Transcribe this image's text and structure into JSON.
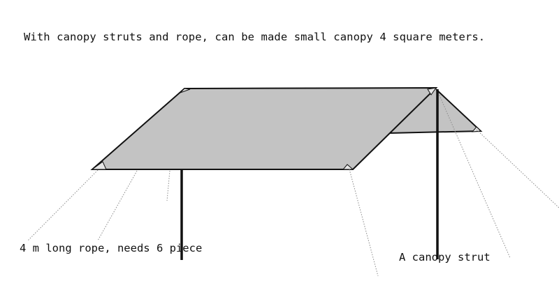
{
  "caption": "With canopy struts and rope, can be made small canopy 4 square meters.",
  "rope_note": "4 m long rope, needs 6 piece",
  "strut_note": "A canopy strut",
  "colors": {
    "fabric": "#c3c3c3",
    "outline": "#111111",
    "rope": "#8a8a8a",
    "strut": "#111111",
    "background": "#ffffff"
  }
}
